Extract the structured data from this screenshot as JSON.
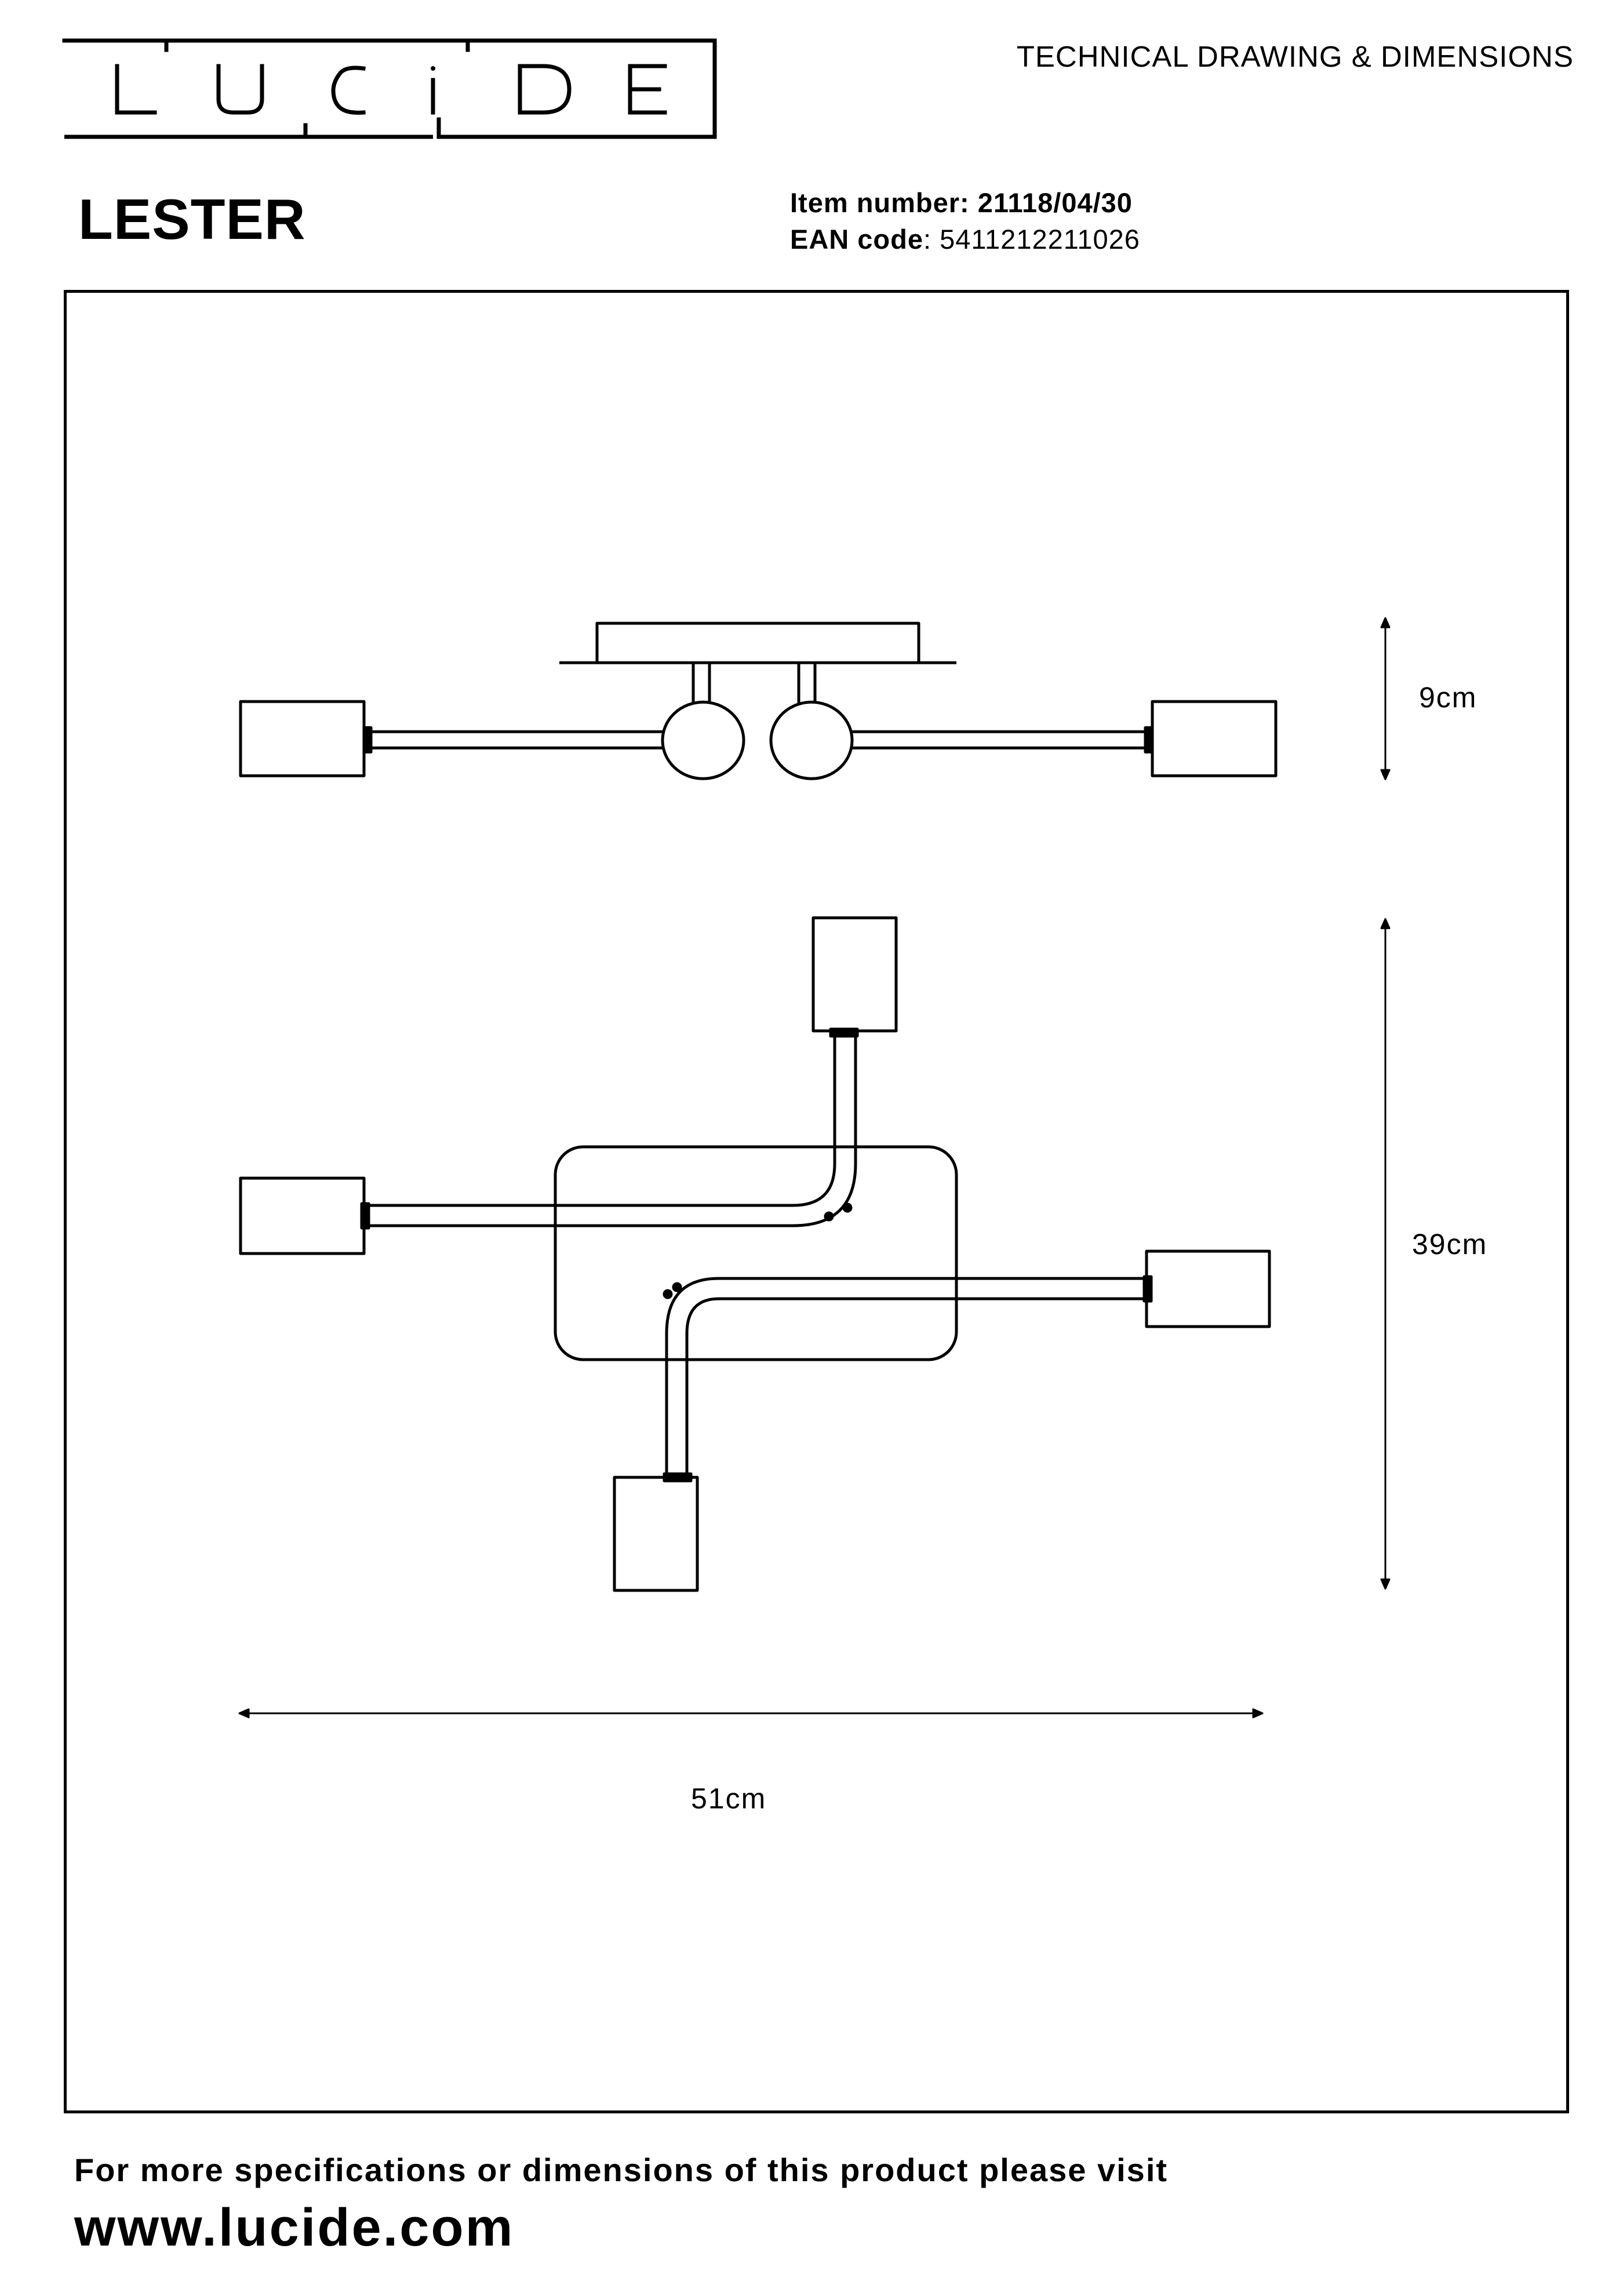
{
  "brand": {
    "logo_text": "LUCIDE"
  },
  "header": {
    "document_title": "TECHNICAL DRAWING & DIMENSIONS",
    "product_name": "LESTER",
    "item_number_label": "Item number:",
    "item_number": "21118/04/30",
    "ean_label": "EAN code",
    "ean_code": ": 5411212211026"
  },
  "dimensions": {
    "height_side": "9cm",
    "depth_top": "39cm",
    "width": "51cm"
  },
  "footer": {
    "text": "For more specifications or dimensions of this product please visit",
    "url": "www.lucide.com"
  },
  "colors": {
    "ink": "#000000",
    "paper": "#ffffff"
  }
}
